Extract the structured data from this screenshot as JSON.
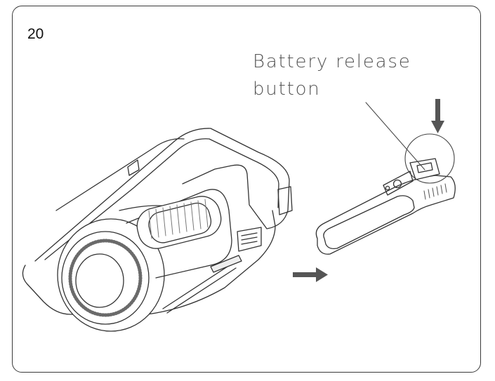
{
  "step": {
    "number": "20"
  },
  "callout": {
    "line1": "Battery release",
    "line2": "button"
  },
  "colors": {
    "frame": "#3a3a3a",
    "outline": "#333333",
    "label_text": "#555555",
    "arrow": "#555555",
    "light_fill": "#eeeeee"
  },
  "icons": {
    "down_arrow": "arrow-down-icon",
    "right_arrow": "arrow-right-icon"
  }
}
